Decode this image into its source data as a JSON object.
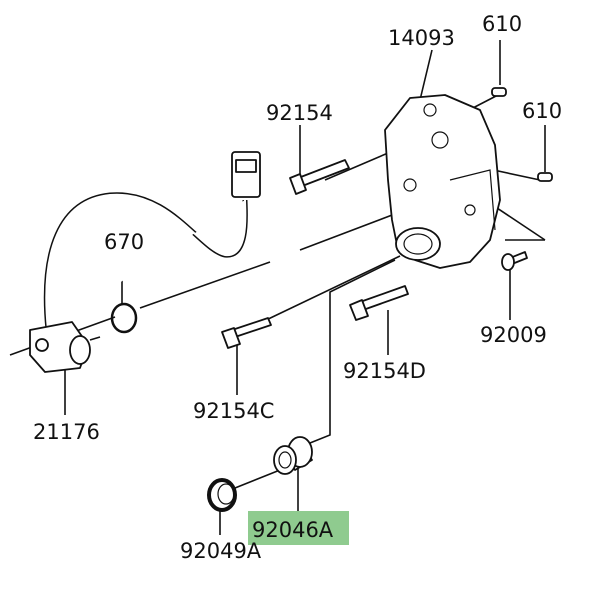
{
  "diagram": {
    "labels": {
      "bracket": "14093",
      "pin_top": "610",
      "pin_right": "610",
      "bolt_top": "92154",
      "oring": "670",
      "screw": "92009",
      "bolt_d": "92154D",
      "bolt_c": "92154C",
      "sensor": "21176",
      "bearing": "92046A",
      "seal": "92049A"
    },
    "highlight_color": "#8fcb8f"
  }
}
